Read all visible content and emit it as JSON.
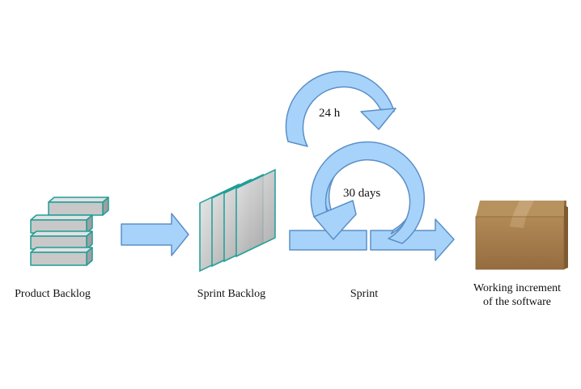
{
  "stages": {
    "product_backlog": "Product Backlog",
    "sprint_backlog": "Sprint Backlog",
    "sprint": "Sprint",
    "increment_line1": "Working increment",
    "increment_line2": "of the software"
  },
  "cycles": {
    "daily": "24 h",
    "sprint": "30 days"
  },
  "colors": {
    "arrow_fill": "#a7d3fb",
    "arrow_stroke": "#5b8fc6",
    "block_fill": "#c6c6c6",
    "block_stroke": "#1f9e98",
    "box_fill": "#a47d4d"
  }
}
